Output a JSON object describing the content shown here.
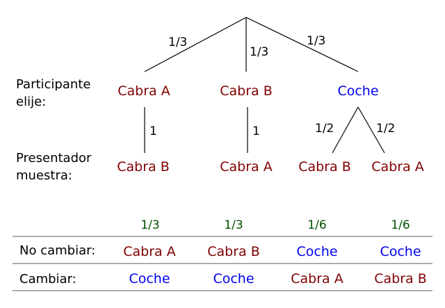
{
  "colors": {
    "goat": "#7f0000",
    "car": "#0000ee",
    "prob_green": "#005000",
    "text": "#000000",
    "rule": "#7a7a7a"
  },
  "labels": {
    "participant_line1": "Participante",
    "participant_line2": "elije:",
    "host_line1": "Presentador",
    "host_line2": "muestra:"
  },
  "tree": {
    "level1": [
      {
        "label": "Cabra A",
        "kind": "goat",
        "prob": "1/3"
      },
      {
        "label": "Cabra B",
        "kind": "goat",
        "prob": "1/3"
      },
      {
        "label": "Coche",
        "kind": "car",
        "prob": "1/3"
      }
    ],
    "level2": [
      {
        "label": "Cabra B",
        "kind": "goat",
        "prob": "1"
      },
      {
        "label": "Cabra A",
        "kind": "goat",
        "prob": "1"
      },
      {
        "label": "Cabra B",
        "kind": "goat",
        "prob": "1/2"
      },
      {
        "label": "Cabra A",
        "kind": "goat",
        "prob": "1/2"
      }
    ]
  },
  "table": {
    "leaf_probs": [
      "1/3",
      "1/3",
      "1/6",
      "1/6"
    ],
    "rows": [
      {
        "label": "No cambiar:",
        "cells": [
          {
            "text": "Cabra A",
            "kind": "goat"
          },
          {
            "text": "Cabra B",
            "kind": "goat"
          },
          {
            "text": "Coche",
            "kind": "car"
          },
          {
            "text": "Coche",
            "kind": "car"
          }
        ]
      },
      {
        "label": "Cambiar:",
        "cells": [
          {
            "text": "Coche",
            "kind": "car"
          },
          {
            "text": "Coche",
            "kind": "car"
          },
          {
            "text": "Cabra A",
            "kind": "goat"
          },
          {
            "text": "Cabra B",
            "kind": "goat"
          }
        ]
      }
    ]
  }
}
